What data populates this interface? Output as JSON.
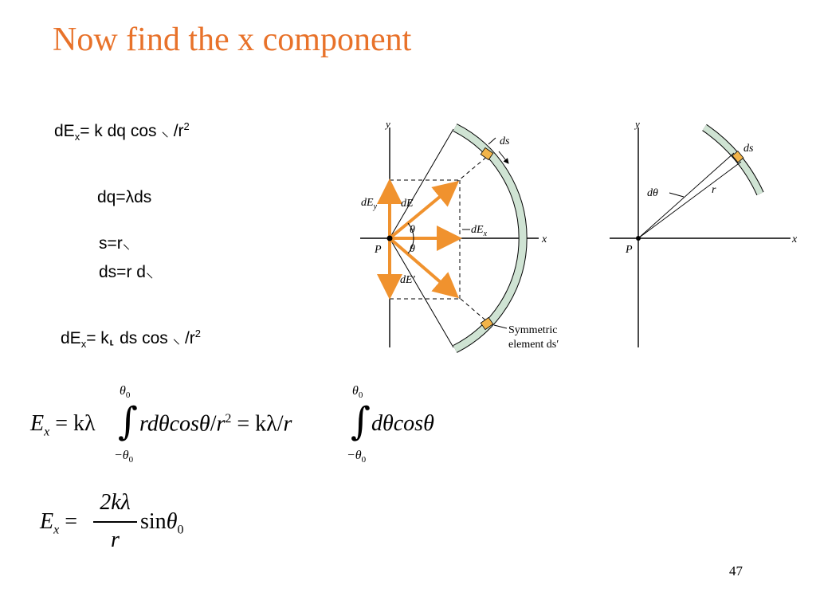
{
  "slide": {
    "title": "Now find the x component",
    "page_number": "47",
    "colors": {
      "title": "#e8722a",
      "arrow": "#f0922e",
      "arc_fill": "#cfe3d3",
      "element_fill": "#f2b44a"
    }
  },
  "equations": {
    "dEx_1": {
      "pre": "dE",
      "sub": "x",
      "mid": "= k dq cos",
      "theta_glyph": "⸜",
      "post": "/r",
      "sup": "2"
    },
    "dq": "dq=λds",
    "s": {
      "pre": "s=r",
      "theta_glyph": "⸜"
    },
    "ds": {
      "pre": "ds=r d",
      "theta_glyph": "⸜"
    },
    "dEx_2": {
      "pre": "dE",
      "sub": "x",
      "mid": "= k",
      "lambda_glyph": "⸤",
      "mid2": "ds cos",
      "theta_glyph": "⸜",
      "post": "/r",
      "sup": "2"
    }
  },
  "integral": {
    "lhs": "E",
    "lhs_sub": "x",
    "eq1": "= kλ",
    "integrand1": "rdθcosθ",
    "slash1": "/",
    "r2": "r",
    "r2_sup": "2",
    "eq2": "= kλ",
    "slash2": "/",
    "r": "r",
    "integrand2": "dθcosθ",
    "upper_base": "θ",
    "upper_sub": "0",
    "lower_base": "−θ",
    "lower_sub": "0"
  },
  "result": {
    "lhs": "E",
    "lhs_sub": "x",
    "eq": "=",
    "numerator": "2kλ",
    "denominator": "r",
    "sin": "sin",
    "theta": "θ",
    "theta_sub": "0"
  },
  "figure_left": {
    "y_label": "y",
    "x_label": "x",
    "p_label": "P",
    "ds_label": "ds",
    "dEy_label": "dE",
    "dEy_sub": "y",
    "dE_label": "dE",
    "dEx_label": "dE",
    "dEx_sub": "x",
    "dEprime_label": "dE",
    "dEprime_sup": "′",
    "theta_label": "θ",
    "symmetric_label_1": "Symmetric",
    "symmetric_label_2": "element ds′"
  },
  "figure_right": {
    "y_label": "y",
    "x_label": "x",
    "p_label": "P",
    "ds_label": "ds",
    "dtheta_label": "dθ",
    "r_label": "r"
  }
}
